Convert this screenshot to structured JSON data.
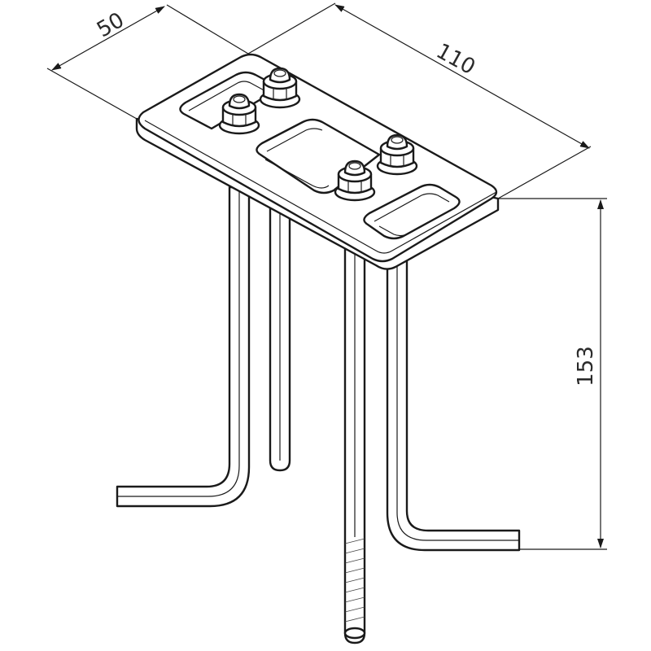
{
  "dimensions": {
    "width": "50",
    "length": "110",
    "height": "153"
  }
}
